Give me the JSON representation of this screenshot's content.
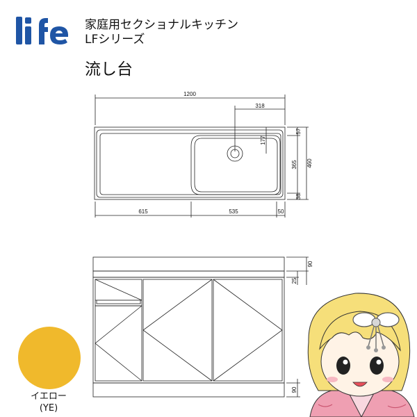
{
  "brand": {
    "logo_text": "life",
    "logo_color": "#1f55a5"
  },
  "header": {
    "series_title": "家庭用セクショナルキッチン",
    "series_name": "LFシリーズ",
    "product_name": "流し台"
  },
  "plan_view": {
    "dims": {
      "overall_width": "1200",
      "drain_offset": "318",
      "left_width": "615",
      "bowl_width": "535",
      "right_edge": "50",
      "back_edge": "57",
      "drain_from_back": "177",
      "bowl_depth": "365",
      "overall_depth": "460",
      "front_edge": "38"
    }
  },
  "front_view": {
    "dims": {
      "top_height": "90",
      "gap": "25",
      "toe_kick": "90"
    }
  },
  "color": {
    "name": "イエロー",
    "code": "(YE)",
    "swatch_hex": "#f0b92c"
  },
  "mascot": {
    "icon": "girl-mascot-icon",
    "hair_color": "#f6df7a",
    "kimono_color": "#ef9fb2"
  }
}
